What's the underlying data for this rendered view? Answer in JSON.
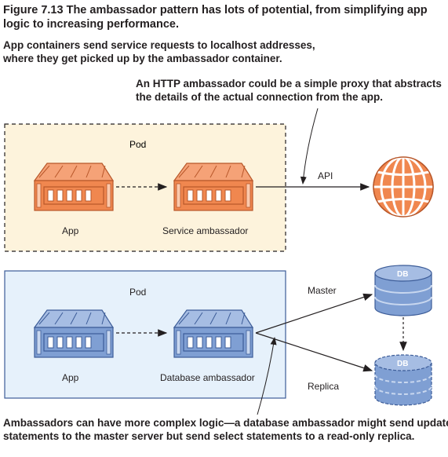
{
  "caption": "Figure 7.13 The ambassador pattern has lots of potential, from simplifying app logic to increasing performance.",
  "notes": {
    "top_line1": "App containers send service requests to localhost addresses,",
    "top_line2": "where they get picked up by the ambassador container.",
    "http_line1": "An HTTP ambassador could be a simple proxy that abstracts",
    "http_line2": "the details of the actual connection from the app.",
    "bottom_line1": "Ambassadors can have more complex logic—a database ambassador might send update",
    "bottom_line2": "statements to the master server but send select statements to a read-only replica."
  },
  "pod1": {
    "label": "Pod",
    "app_label": "App",
    "ambassador_label": "Service ambassador",
    "api_label": "API"
  },
  "pod2": {
    "label": "Pod",
    "app_label": "App",
    "ambassador_label": "Database ambassador",
    "master_label": "Master",
    "replica_label": "Replica",
    "db_label": "DB"
  },
  "colors": {
    "pod1_fill": "#fdf3dc",
    "pod2_fill": "#e6f1fb",
    "orange": "#f0874f",
    "orange_dark": "#b8572a",
    "blue": "#7f9fd3",
    "blue_dark": "#3c5c98"
  },
  "icons": [
    "container-icon",
    "globe-icon",
    "database-icon"
  ]
}
